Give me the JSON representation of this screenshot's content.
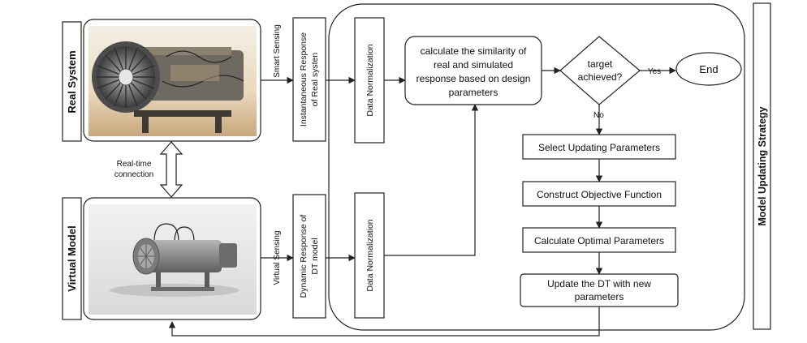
{
  "real_system": {
    "label": "Real System",
    "sensing": "Smart Sensing",
    "response": [
      "Instantaneous Response",
      "of Real systen"
    ]
  },
  "connection": [
    "Real-time",
    "connection"
  ],
  "virtual_model": {
    "label": "Virtual Model",
    "sensing": "Virtual Sensing",
    "response": [
      "Dynamic Response of",
      "DT model"
    ]
  },
  "normalization": {
    "top": "Data Normalization",
    "bottom": "Data Normalization"
  },
  "similarity": [
    "calculate the similarity of",
    "real and simulated",
    "response based on design",
    "parameters"
  ],
  "decision": {
    "question": [
      "target",
      "achieved?"
    ],
    "yes": "Yes",
    "no": "No"
  },
  "end": "End",
  "steps": {
    "select": "Select Updating Parameters",
    "objective": "Construct Objective Function",
    "optimal": "Calculate Optimal Parameters",
    "update": [
      "Update the DT with new",
      "parameters"
    ]
  },
  "strategy_label": "Model Updating Strategy",
  "images": {
    "real": "jet-engine-photo",
    "virtual": "engine-3d-model-render"
  }
}
